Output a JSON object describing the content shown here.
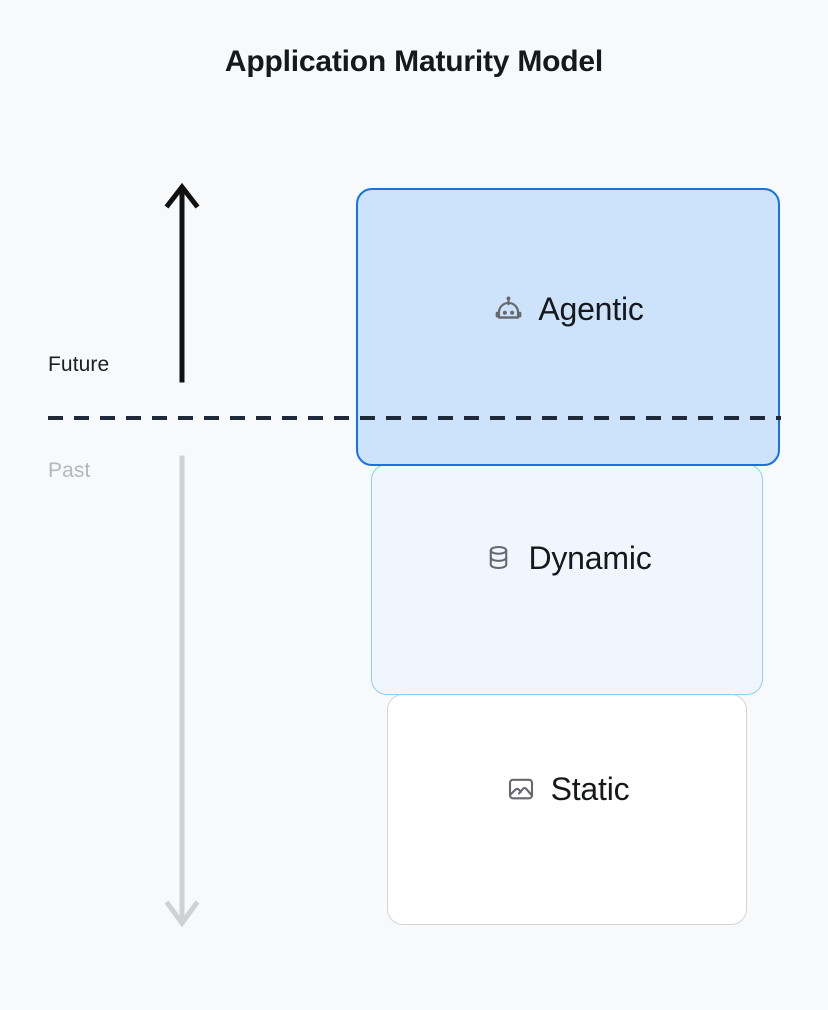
{
  "page": {
    "title": "Application Maturity Model",
    "background_color": "#f8f9fa"
  },
  "timeline": {
    "future_label": "Future",
    "past_label": "Past",
    "future_color": "#1c1f24",
    "past_color": "#b4b7bb",
    "divider_color": "#1e2a3a",
    "divider_style": "dashed",
    "up_arrow_color": "#111111",
    "down_arrow_color": "#cfd1d3"
  },
  "tiers": [
    {
      "id": "agentic",
      "label": "Agentic",
      "icon": "robot-icon",
      "era": "Future",
      "level": 3,
      "fill_color": "#cde3fb",
      "border_color": "#1274e8"
    },
    {
      "id": "dynamic",
      "label": "Dynamic",
      "icon": "database-icon",
      "era": "Past",
      "level": 2,
      "fill_color": "#eff6fe",
      "border_color": "#95cbf7"
    },
    {
      "id": "static",
      "label": "Static",
      "icon": "image-icon",
      "era": "Past",
      "level": 1,
      "fill_color": "#ffffff",
      "border_color": "#d3d5d8"
    }
  ]
}
